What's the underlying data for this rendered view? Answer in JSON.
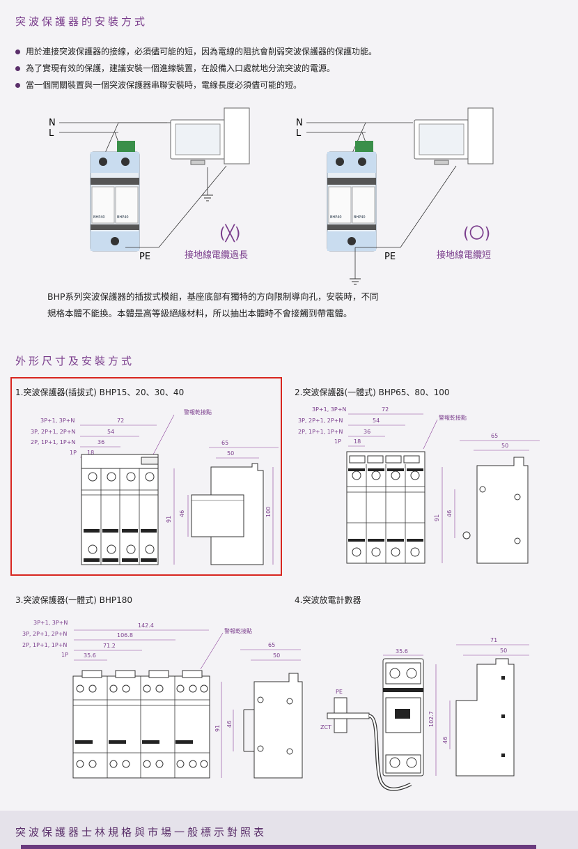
{
  "section1": {
    "title": "突波保護器的安裝方式",
    "bullets": [
      "用於連接突波保護器的接線，必須儘可能的短，因為電線的阻抗會削弱突波保護器的保護功能。",
      "為了實現有效的保護，建議安裝一個進線裝置，在設備入口處就地分流突波的電源。",
      "當一個開關裝置與一個突波保護器串聯安裝時，電線長度必須儘可能的短。"
    ],
    "diagram_left": {
      "n": "N",
      "l": "L",
      "pe": "PE",
      "mark": "(╳)",
      "caption": "接地線電纜過長",
      "model1": "BHP40",
      "model2": "BHP40"
    },
    "diagram_right": {
      "n": "N",
      "l": "L",
      "pe": "PE",
      "mark": "(〇)",
      "caption": "接地線電纜短",
      "model1": "BHP40",
      "model2": "BHP40"
    },
    "paragraph": [
      "BHP系列突波保護器的插拔式模組，基座底部有獨特的方向限制導向孔，安裝時，不同",
      "規格本體不能換。本體是高等級絕緣材料，所以抽出本體時不會接觸到帶電體。"
    ]
  },
  "section2": {
    "title": "外形尺寸及安裝方式",
    "fig1": {
      "title": "1.突波保護器(插拔式) BHP15、20、30、40",
      "labels": [
        "3P+1, 3P+N",
        "3P, 2P+1, 2P+N",
        "2P, 1P+1, 1P+N",
        "1P"
      ],
      "dims": [
        "72",
        "54",
        "36",
        "18"
      ],
      "side_dims": [
        "65",
        "50"
      ],
      "heights": [
        "91",
        "46",
        "100"
      ],
      "alarm": "警報乾接點"
    },
    "fig2": {
      "title": "2.突波保護器(一體式) BHP65、80、100",
      "labels": [
        "3P+1, 3P+N",
        "3P, 2P+1, 2P+N",
        "2P, 1P+1, 1P+N",
        "1P"
      ],
      "dims": [
        "72",
        "54",
        "36",
        "18"
      ],
      "side_dims": [
        "65",
        "50"
      ],
      "heights": [
        "91",
        "46"
      ],
      "alarm": "警報乾接點"
    },
    "fig3": {
      "title": "3.突波保護器(一體式) BHP180",
      "labels": [
        "3P+1, 3P+N",
        "3P, 2P+1, 2P+N",
        "2P, 1P+1, 1P+N",
        "1P"
      ],
      "dims": [
        "142.4",
        "106.8",
        "71.2",
        "35.6"
      ],
      "side_dims": [
        "65",
        "50"
      ],
      "heights": [
        "91",
        "46"
      ],
      "alarm": "警報乾接點"
    },
    "fig4": {
      "title": "4.突波放電計數器",
      "pe": "PE",
      "zct": "ZCT",
      "width_dim": "35.6",
      "side_dims": [
        "71",
        "50"
      ],
      "heights": [
        "102.7",
        "46"
      ]
    }
  },
  "section3": {
    "title": "突波保護器士林規格與市場一般標示對照表"
  },
  "colors": {
    "accent": "#7a3d8c",
    "dim": "#8a3f9a",
    "redbox": "#d8251f"
  }
}
